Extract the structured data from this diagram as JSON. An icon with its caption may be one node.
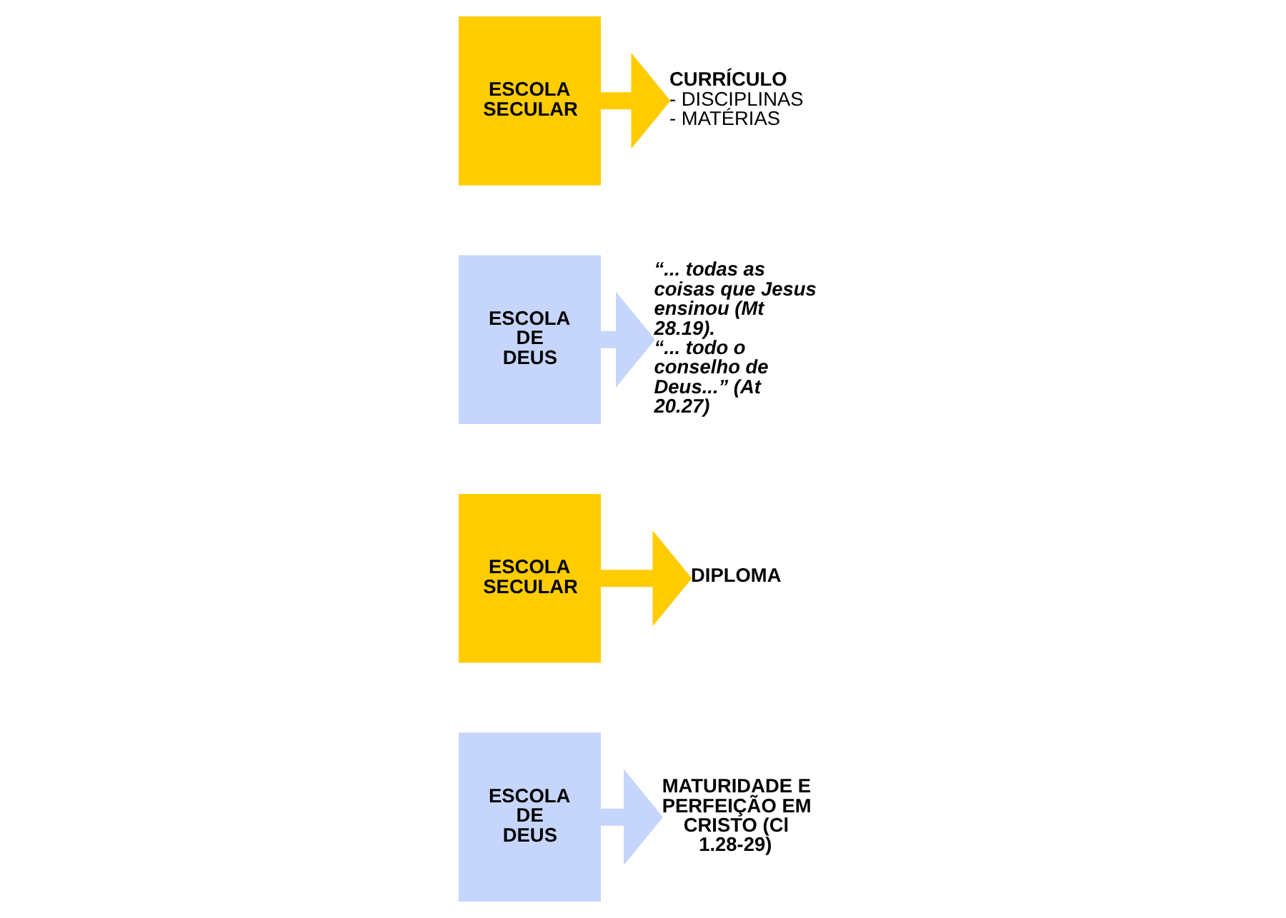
{
  "diagram": {
    "nodes": [
      {
        "text": [
          "ESCOLA SECULAR"
        ]
      },
      {
        "text": [
          "CURRÍCULO",
          "- DISCIPLINAS",
          "- MATÉRIAS"
        ]
      },
      {
        "text": [
          "ESCOLA DE DEUS"
        ]
      },
      {
        "text": [
          "“... todas as coisas que Jesus ensinou (Mt 28.19).",
          "“... todo o conselho de Deus...” (At 20.27)"
        ]
      },
      {
        "text": [
          "ESCOLA SECULAR"
        ]
      },
      {
        "text": [
          "DIPLOMA"
        ]
      },
      {
        "text": [
          "ESCOLA DE DEUS"
        ]
      },
      {
        "text": [
          "MATURIDADE E PERFEIÇÃO EM CRISTO (Cl 1.28-29)"
        ]
      }
    ],
    "edges": [
      {
        "from": 0,
        "to": 1,
        "arrow": "to",
        "color": "#ffcc00"
      },
      {
        "from": 2,
        "to": 3,
        "arrow": "to",
        "color": "#c6d5fb"
      },
      {
        "from": 4,
        "to": 5,
        "arrow": "to",
        "color": "#ffcc00"
      },
      {
        "from": 6,
        "to": 7,
        "arrow": "to",
        "color": "#c6d5fb"
      }
    ]
  }
}
